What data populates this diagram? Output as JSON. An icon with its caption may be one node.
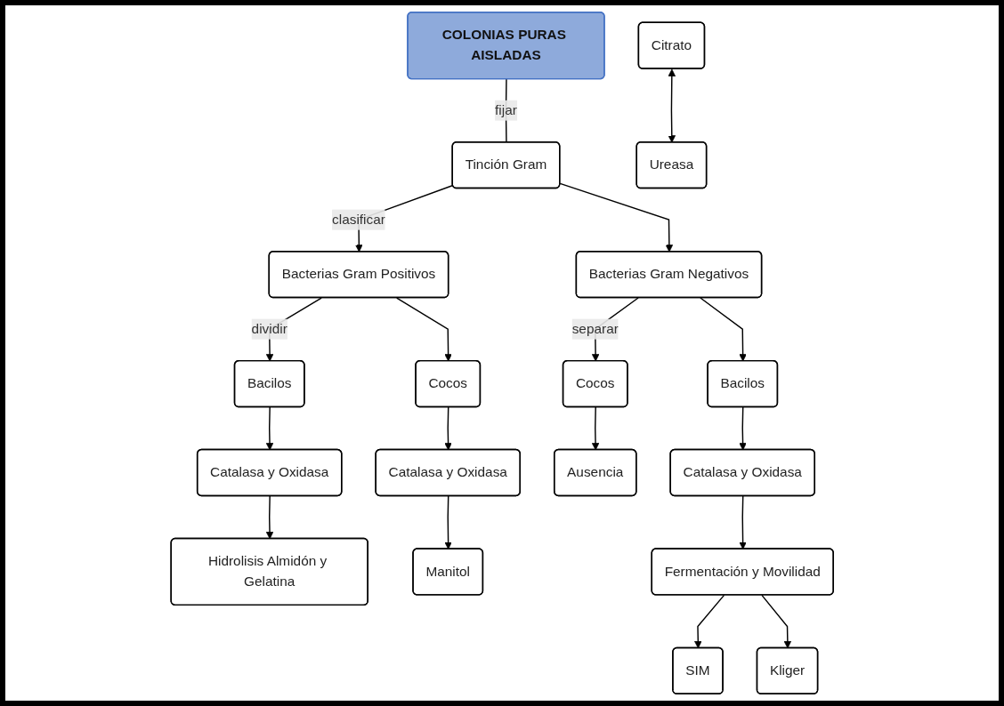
{
  "diagram": {
    "nodes": [
      {
        "text": [
          "COLONIAS PURAS AISLADAS"
        ]
      },
      {
        "text": [
          "Tinción Gram"
        ]
      },
      {
        "text": [
          "Bacterias Gram Positivos"
        ]
      },
      {
        "text": [
          "Bacterias Gram Negativos"
        ]
      },
      {
        "text": [
          "Bacilos"
        ]
      },
      {
        "text": [
          "Cocos"
        ]
      },
      {
        "text": [
          "Cocos"
        ]
      },
      {
        "text": [
          "Bacilos"
        ]
      },
      {
        "text": [
          "Catalasa y Oxidasa"
        ]
      },
      {
        "text": [
          "Catalasa y Oxidasa"
        ]
      },
      {
        "text": [
          "Ausencia"
        ]
      },
      {
        "text": [
          "Catalasa y Oxidasa"
        ]
      },
      {
        "text": [
          "Hidrolisis Almidón y Gelatina"
        ]
      },
      {
        "text": [
          "Manitol"
        ]
      },
      {
        "text": [
          "Fermentación y Movilidad"
        ]
      },
      {
        "text": [
          "Ureasa"
        ]
      },
      {
        "text": [
          "SIM"
        ]
      },
      {
        "text": [
          "Citrato"
        ]
      },
      {
        "text": [
          "Kliger"
        ]
      }
    ],
    "edges": [
      {
        "from": 0,
        "to": 1,
        "arrow": "none",
        "label": "fijar"
      },
      {
        "from": 1,
        "to": 2,
        "arrow": "to",
        "label": "clasificar"
      },
      {
        "from": 1,
        "to": 3,
        "arrow": "to"
      },
      {
        "from": 2,
        "to": 4,
        "arrow": "to",
        "label": "dividir"
      },
      {
        "from": 2,
        "to": 5,
        "arrow": "to"
      },
      {
        "from": 3,
        "to": 6,
        "arrow": "to",
        "label": "separar"
      },
      {
        "from": 3,
        "to": 7,
        "arrow": "to"
      },
      {
        "from": 4,
        "to": 8,
        "arrow": "to"
      },
      {
        "from": 5,
        "to": 9,
        "arrow": "to"
      },
      {
        "from": 6,
        "to": 10,
        "arrow": "to"
      },
      {
        "from": 7,
        "to": 11,
        "arrow": "to"
      },
      {
        "from": 8,
        "to": 12,
        "arrow": "to"
      },
      {
        "from": 9,
        "to": 13,
        "arrow": "to"
      },
      {
        "from": 11,
        "to": 14,
        "arrow": "to"
      },
      {
        "from": 14,
        "to": 16,
        "arrow": "to"
      },
      {
        "from": 14,
        "to": 18,
        "arrow": "to"
      },
      {
        "from": 17,
        "to": 15,
        "arrow": "both"
      }
    ]
  }
}
